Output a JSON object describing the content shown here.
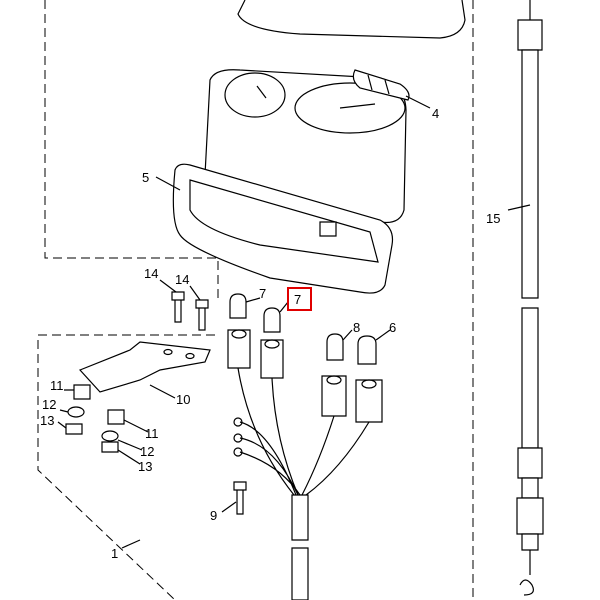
{
  "diagram": {
    "callouts": {
      "c4": "4",
      "c5": "5",
      "c15": "15",
      "c14a": "14",
      "c14b": "14",
      "c7a": "7",
      "c7b": "7",
      "c8": "8",
      "c6": "6",
      "c11a": "11",
      "c10": "10",
      "c12a": "12",
      "c13a": "13",
      "c11b": "11",
      "c12b": "12",
      "c13b": "13",
      "c9": "9",
      "c1": "1"
    },
    "highlight_color": "#e00000"
  }
}
